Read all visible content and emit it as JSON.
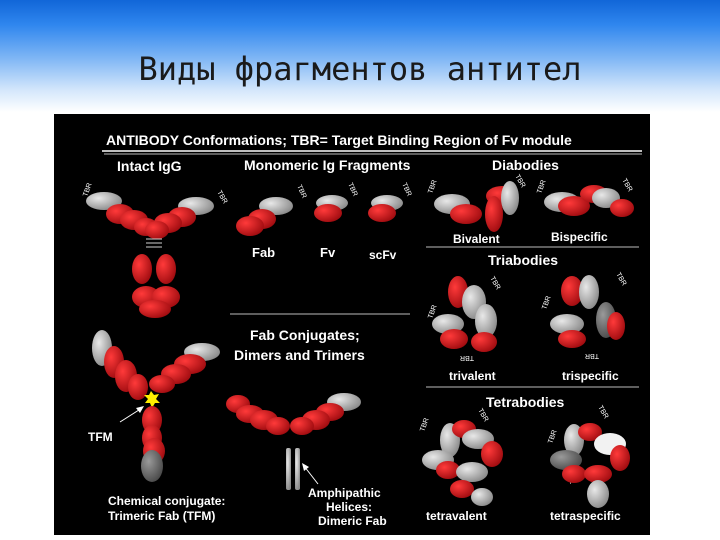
{
  "slide": {
    "title": "Виды фрагментов антител"
  },
  "figure": {
    "header": "ANTIBODY Conformations; TBR= Target Binding Region of Fv module",
    "tbr": "TBR",
    "sections": {
      "intact_igg": "Intact IgG",
      "monomeric": "Monomeric Ig Fragments",
      "diabodies": "Diabodies",
      "triabodies": "Triabodies",
      "tetrabodies": "Tetrabodies",
      "fab_conjugates_1": "Fab Conjugates;",
      "fab_conjugates_2": "Dimers and Trimers"
    },
    "fragments": {
      "fab": "Fab",
      "fv": "Fv",
      "scfv": "scFv"
    },
    "diabody_types": {
      "bivalent": "Bivalent",
      "bispecific": "Bispecific"
    },
    "triabody_types": {
      "trivalent": "trivalent",
      "trispecific": "trispecific"
    },
    "tetrabody_types": {
      "tetravalent": "tetravalent",
      "tetraspecific": "tetraspecific"
    },
    "tfm": "TFM",
    "chemical_1": "Chemical conjugate:",
    "chemical_2": "Trimeric Fab (TFM)",
    "amphipathic_1": "Amphipathic",
    "amphipathic_2": "Helices:",
    "amphipathic_3": "Dimeric Fab",
    "colors": {
      "red": "#cc1418",
      "gray": "#a8a8a8",
      "light_gray": "#d8d8d8",
      "dark_gray": "#6a6a6a",
      "yellow": "#ffee00"
    }
  }
}
